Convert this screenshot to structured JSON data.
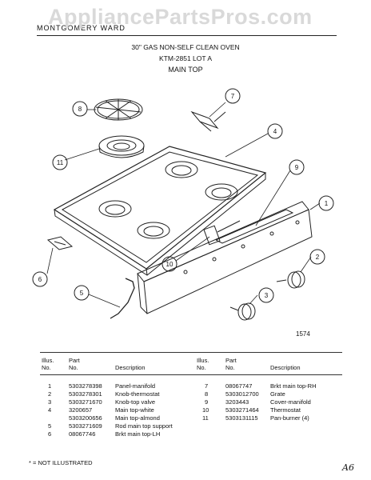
{
  "watermark": "AppliancePartsPros.com",
  "brand": "MONTGOMERY WARD",
  "title": {
    "line1": "30\" GAS NON-SELF CLEAN OVEN",
    "line2": "KTM-2851 LOT A",
    "line3": "MAIN TOP"
  },
  "callouts": [
    "1",
    "2",
    "3",
    "4",
    "5",
    "6",
    "7",
    "8",
    "9",
    "10",
    "11"
  ],
  "figure_number": "1574",
  "table": {
    "headers": {
      "illus_no": "Illus.\nNo.",
      "part_no": "Part\nNo.",
      "description": "Description"
    },
    "left_rows": [
      {
        "illus": "1",
        "part": "5303278398",
        "desc": "Panel-manifold"
      },
      {
        "illus": "2",
        "part": "5303278301",
        "desc": "Knob-thermostat"
      },
      {
        "illus": "3",
        "part": "5303271670",
        "desc": "Knob-top valve"
      },
      {
        "illus": "4",
        "part": "3200657",
        "desc": "Main top-white"
      },
      {
        "illus": "",
        "part": "5303200656",
        "desc": "Main top-almond"
      },
      {
        "illus": "5",
        "part": "5303271609",
        "desc": "Rod main top support"
      },
      {
        "illus": "6",
        "part": "08067746",
        "desc": "Brkt main top-LH"
      }
    ],
    "right_rows": [
      {
        "illus": "7",
        "part": "08067747",
        "desc": "Brkt main top-RH"
      },
      {
        "illus": "8",
        "part": "5303012700",
        "desc": "Grate"
      },
      {
        "illus": "9",
        "part": "3203443",
        "desc": "Cover-manifold"
      },
      {
        "illus": "10",
        "part": "5303271464",
        "desc": "Thermostat"
      },
      {
        "illus": "11",
        "part": "5303131115",
        "desc": "Pan-burner (4)"
      }
    ]
  },
  "footnote": "* = NOT ILLUSTRATED",
  "corner_mark": "A6"
}
